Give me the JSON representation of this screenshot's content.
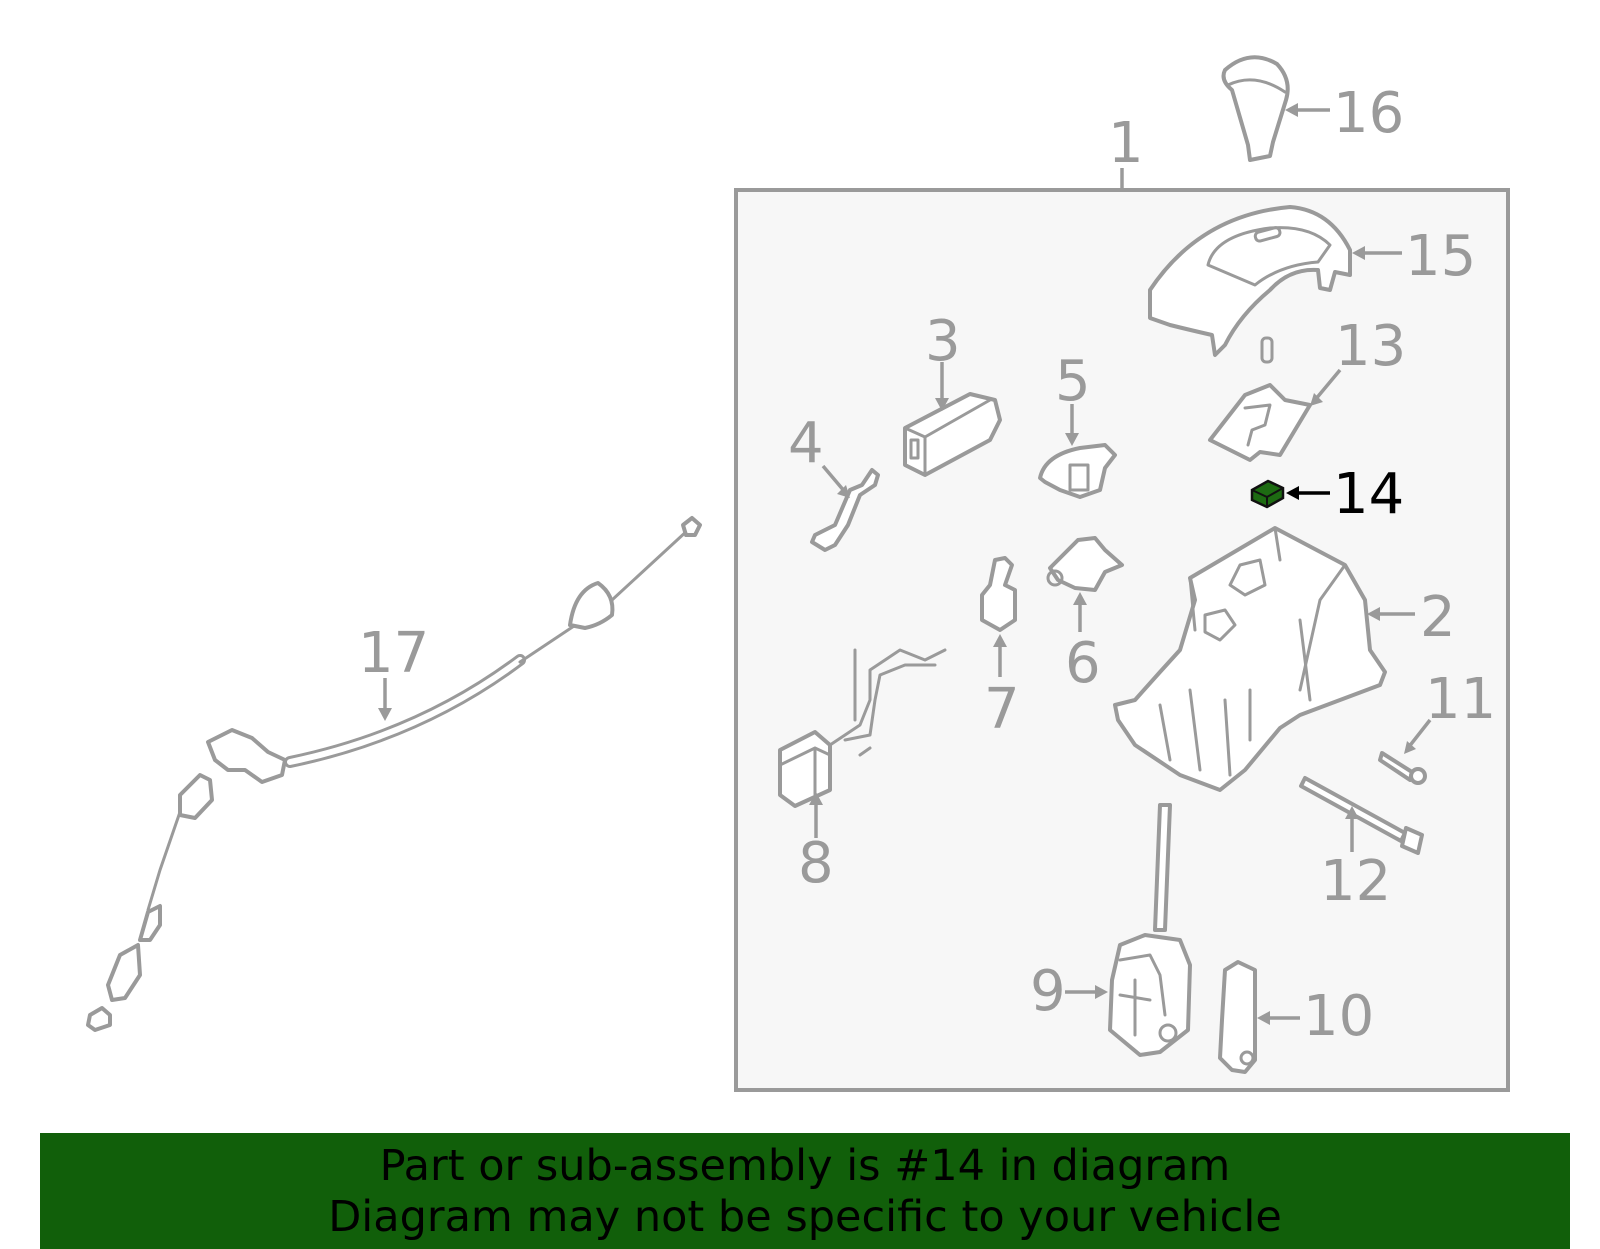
{
  "diagram": {
    "callouts": [
      "1",
      "2",
      "3",
      "4",
      "5",
      "6",
      "7",
      "8",
      "9",
      "10",
      "11",
      "12",
      "13",
      "14",
      "15",
      "16",
      "17"
    ],
    "highlighted_part": "14",
    "colors": {
      "line_art": "#9a9a9a",
      "assembly_box_fill": "#f7f7f7",
      "highlight_fill": "#1d6b12",
      "highlight_text": "#000000"
    }
  },
  "banner": {
    "line1": "Part or sub-assembly is #14 in diagram",
    "line2": "Diagram may not be specific to your vehicle",
    "background": "#115f0a"
  }
}
